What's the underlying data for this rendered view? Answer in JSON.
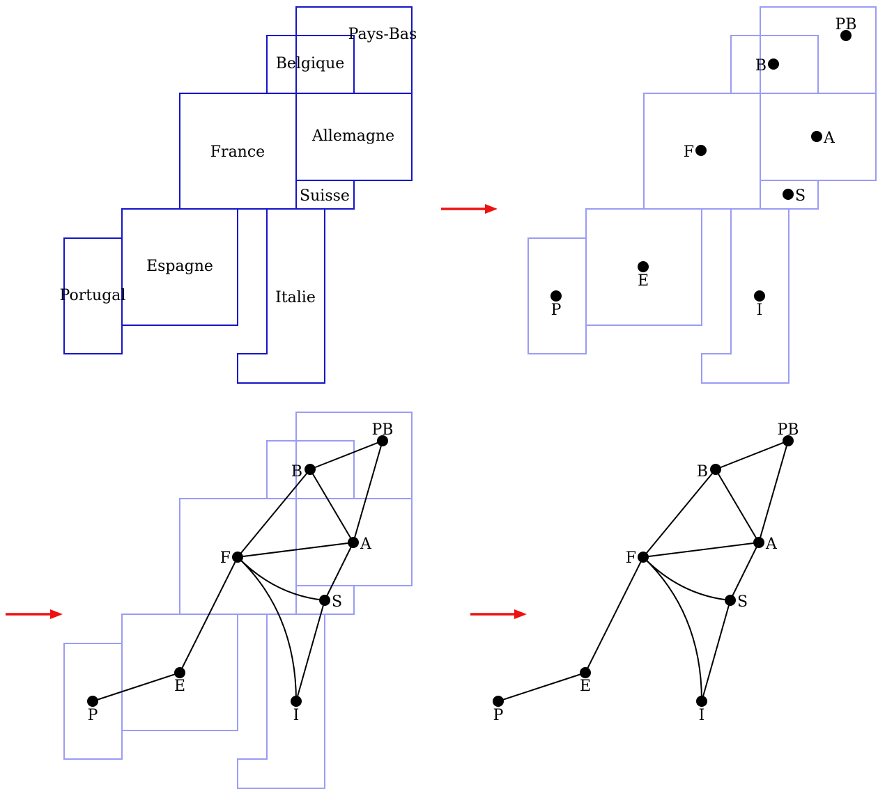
{
  "countries": {
    "pays_bas": "Pays-Bas",
    "belgique": "Belgique",
    "france": "France",
    "allemagne": "Allemagne",
    "suisse": "Suisse",
    "espagne": "Espagne",
    "portugal": "Portugal",
    "italie": "Italie"
  },
  "nodes": {
    "pb": "PB",
    "b": "B",
    "f": "F",
    "a": "A",
    "s": "S",
    "e": "E",
    "p": "P",
    "i": "I"
  },
  "edges": [
    [
      "P",
      "E"
    ],
    [
      "E",
      "F"
    ],
    [
      "F",
      "B"
    ],
    [
      "F",
      "A"
    ],
    [
      "F",
      "S"
    ],
    [
      "F",
      "I"
    ],
    [
      "B",
      "PB"
    ],
    [
      "B",
      "A"
    ],
    [
      "PB",
      "A"
    ],
    [
      "A",
      "S"
    ],
    [
      "S",
      "I"
    ]
  ],
  "colors": {
    "map_outline": "#1515c8",
    "map_outline_faded": "#9a9cf5",
    "arrow": "#ee1111",
    "graph": "#000000"
  }
}
